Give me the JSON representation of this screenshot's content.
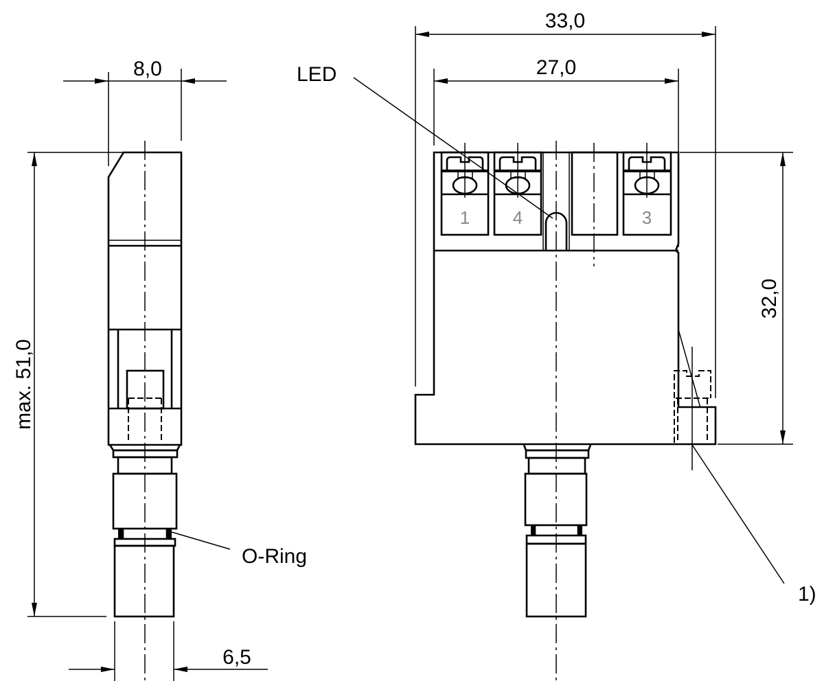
{
  "drawing": {
    "side_view": {
      "width_dim": "8,0",
      "height_dim": "max. 51,0",
      "cable_dim": "6,5",
      "oring_label": "O-Ring"
    },
    "front_view": {
      "overall_width_dim": "33,0",
      "inner_width_dim": "27,0",
      "height_dim": "32,0",
      "led_label": "LED",
      "note_label": "1)",
      "terminals": [
        "1",
        "4",
        "3"
      ]
    }
  }
}
